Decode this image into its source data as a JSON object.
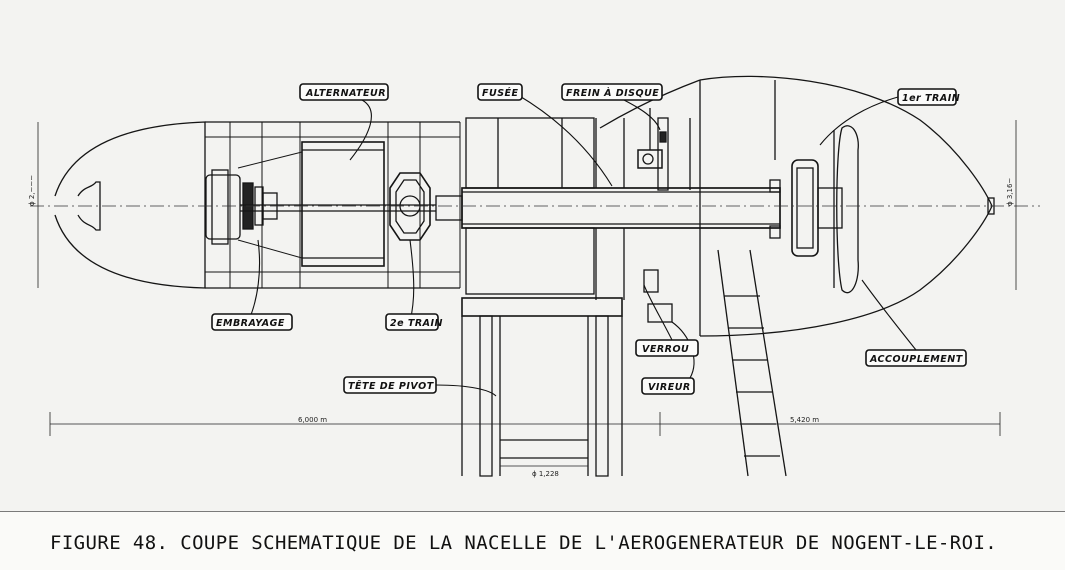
{
  "labels": {
    "alternateur": "ALTERNATEUR",
    "fusee": "FUSÉE",
    "frein": "FREIN À DISQUE",
    "train1": "1er TRAIN",
    "embrayage": "EMBRAYAGE",
    "train2": "2e TRAIN",
    "verrou": "VERROU",
    "accouplement": "ACCOUPLEMENT",
    "tete_pivot": "TÊTE DE PIVOT",
    "vireur": "VIREUR"
  },
  "dimensions": {
    "left_diam": "ϕ 2,~~~",
    "right_diam": "ϕ 3,16~",
    "left_len": "6,000 m",
    "right_len": "5,420 m",
    "pivot_diam": "ϕ 1,228"
  },
  "caption": "FIGURE 48. COUPE SCHEMATIQUE DE LA NACELLE DE L'AEROGENERATEUR DE NOGENT-LE-ROI."
}
